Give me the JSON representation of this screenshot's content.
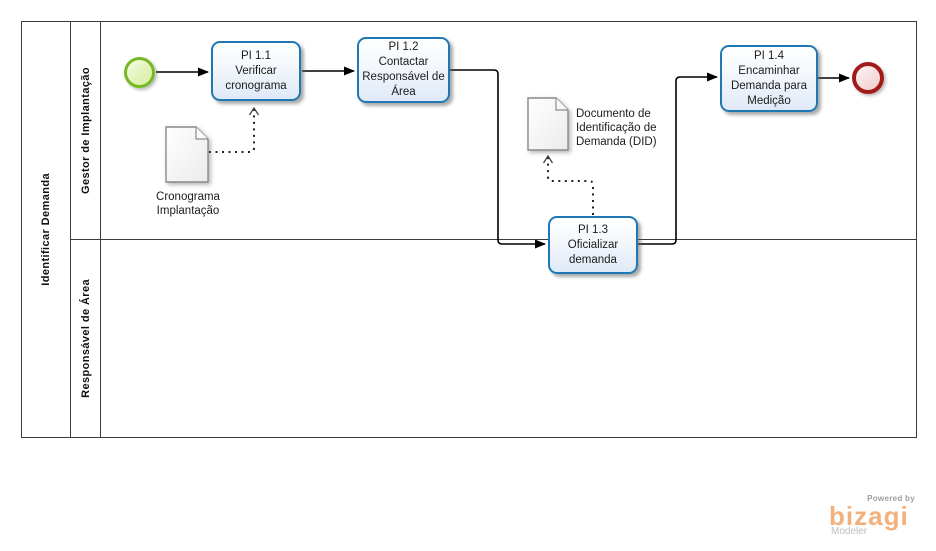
{
  "pool": {
    "label": "Identificar Demanda",
    "lanes": [
      {
        "label": "Gestor de Implantação"
      },
      {
        "label": "Responsável de Área"
      }
    ]
  },
  "process": {
    "tasks": [
      {
        "id": "PI 1.1",
        "label": "PI 1.1\nVerificar\ncronograma"
      },
      {
        "id": "PI 1.2",
        "label": "PI 1.2\nContactar\nResponsável de\nÁrea"
      },
      {
        "id": "PI 1.3",
        "label": "PI 1.3\nOficializar\ndemanda"
      },
      {
        "id": "PI 1.4",
        "label": "PI 1.4\nEncaminhar\nDemanda para\nMedição"
      }
    ],
    "artifacts": [
      {
        "type": "data-object",
        "label": "Cronograma\nImplantação"
      },
      {
        "type": "data-object",
        "label": "Documento de\nIdentificação de\nDemanda (DID)"
      }
    ],
    "events": [
      {
        "type": "start"
      },
      {
        "type": "end"
      }
    ]
  },
  "branding": {
    "powered_by": "Powered by",
    "logo": "bizagi",
    "product": "Modeler"
  },
  "colors": {
    "task_border": "#1f78b4",
    "start_event_border": "#76ba23",
    "end_event_border": "#a21b1b",
    "bizagi_orange": "#f2b17c"
  }
}
